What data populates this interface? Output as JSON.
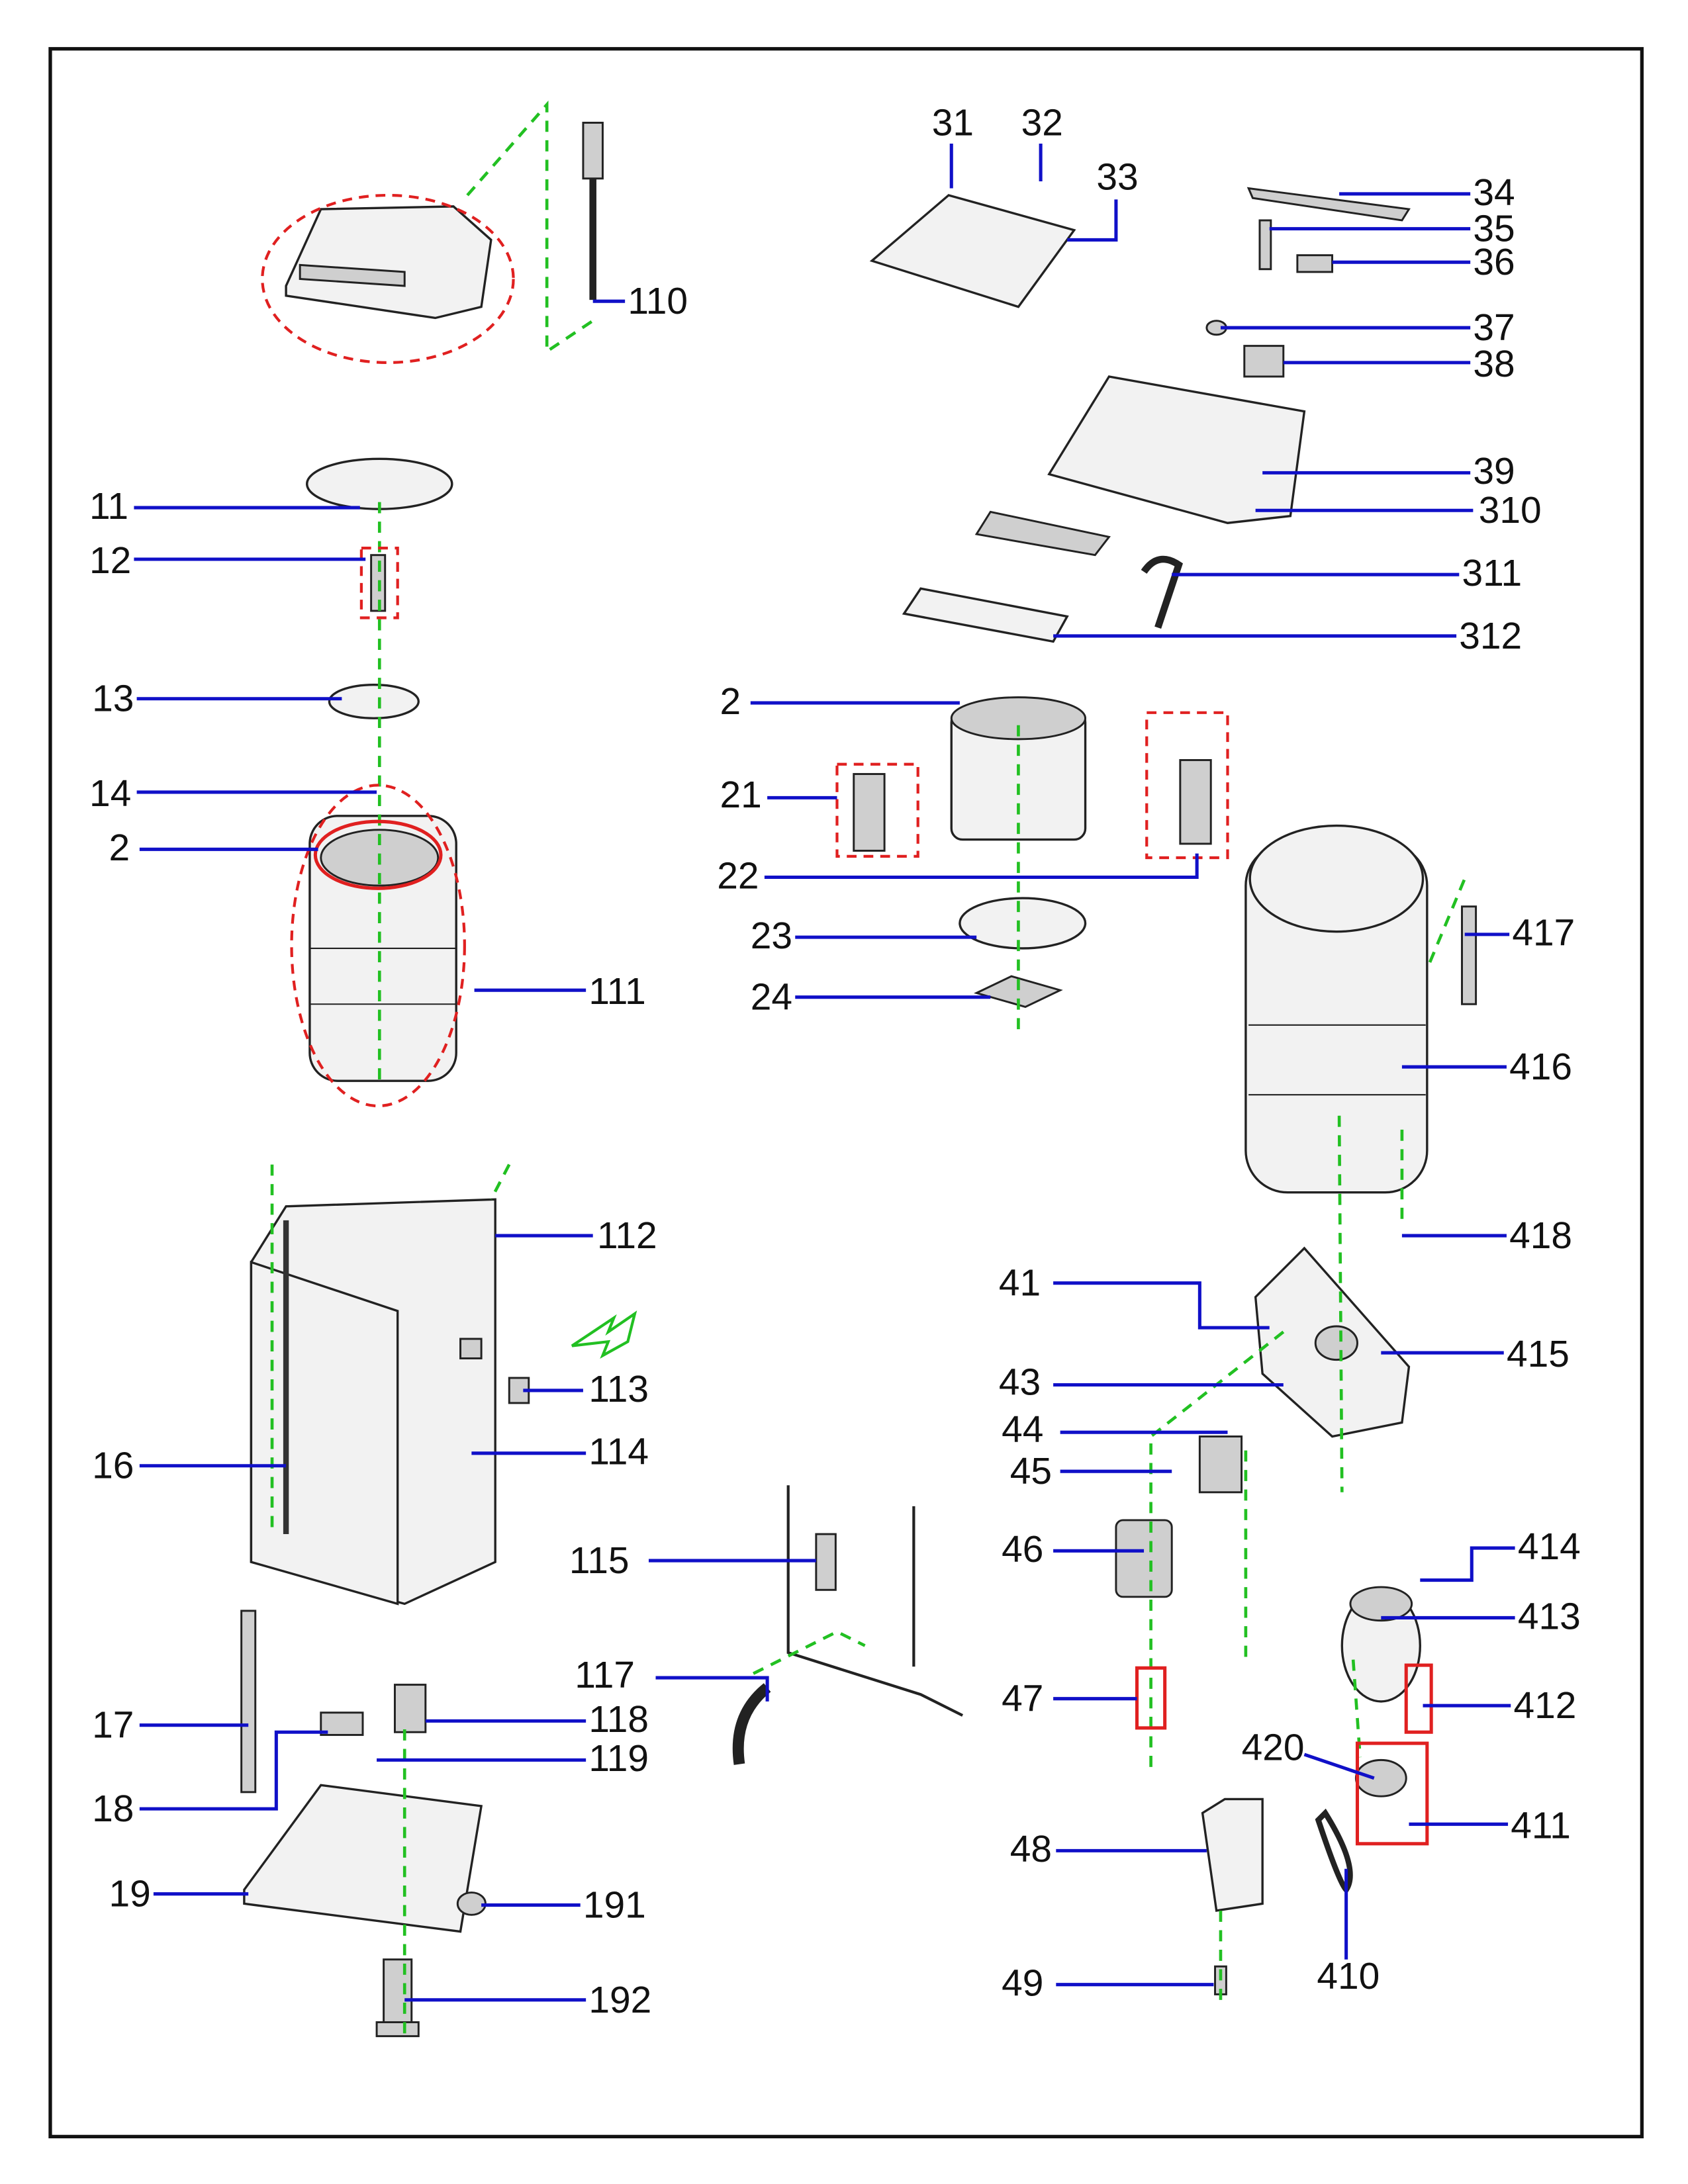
{
  "diagram": {
    "type": "exploded-parts-diagram",
    "colors": {
      "leader_lines": "#1010c8",
      "assembly_axes": "#22c022",
      "highlight": "#e02020",
      "frame": "#111111"
    },
    "callouts": [
      "110",
      "11",
      "12",
      "13",
      "14",
      "2",
      "111",
      "112",
      "113",
      "114",
      "16",
      "115",
      "117",
      "118",
      "119",
      "17",
      "18",
      "19",
      "191",
      "192",
      "31",
      "32",
      "33",
      "34",
      "35",
      "36",
      "37",
      "38",
      "39",
      "310",
      "311",
      "312",
      "2",
      "21",
      "22",
      "23",
      "24",
      "417",
      "416",
      "418",
      "41",
      "415",
      "43",
      "44",
      "45",
      "46",
      "414",
      "413",
      "47",
      "412",
      "420",
      "411",
      "48",
      "410",
      "49"
    ]
  }
}
